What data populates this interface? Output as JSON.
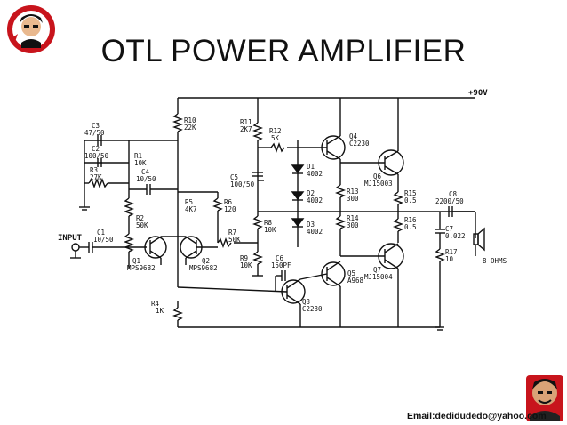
{
  "title": "OTL POWER AMPLIFIER",
  "email": "Email:dedidudedo@yahoo.com",
  "labels": {
    "supply": "+90V",
    "input": "INPUT",
    "speaker": "8 OHMS",
    "R10": "R10",
    "R10v": "22K",
    "R11": "R11",
    "R11v": "2K7",
    "R12": "R12",
    "R12v": "5K",
    "C3": "C3",
    "C3v": "47/50",
    "C2": "C2",
    "C2v": "100/50",
    "R3": "R3",
    "R3v": "27K",
    "R1": "R1",
    "R1v": "10K",
    "C4": "C4",
    "C4v": "10/50",
    "C5": "C5",
    "C5v": "100/50",
    "D1": "D1",
    "D1v": "4002",
    "D2": "D2",
    "D2v": "4002",
    "D3": "D3",
    "D3v": "4002",
    "Q4": "Q4",
    "Q4v": "C2230",
    "Q6": "Q6",
    "Q6v": "MJ15003",
    "R13": "R13",
    "R13v": "300",
    "R14": "R14",
    "R14v": "300",
    "R15": "R15",
    "R15v": "0.5",
    "R16": "R16",
    "R16v": "0.5",
    "C8": "C8",
    "C8v": "2200/50",
    "C7": "C7",
    "C7v": "0.022",
    "R17": "R17",
    "R17v": "10",
    "R5": "R5",
    "R5v": "4K7",
    "R6": "R6",
    "R6v": "120",
    "R2": "R2",
    "R2v": "50K",
    "C1": "C1",
    "C1v": "10/50",
    "Q1": "Q1",
    "Q1v": "MPS9682",
    "Q2": "Q2",
    "Q2v": "MPS9682",
    "R7": "R7",
    "R7v": "50K",
    "R8": "R8",
    "R8v": "10K",
    "R9": "R9",
    "R9v": "10K",
    "C6": "C6",
    "C6v": "150PF",
    "Q5": "Q5",
    "Q5v": "A968",
    "Q7": "Q7",
    "Q7v": "MJ15004",
    "Q3": "Q3",
    "Q3v": "C2230",
    "R4": "R4",
    "R4v": "1K"
  }
}
